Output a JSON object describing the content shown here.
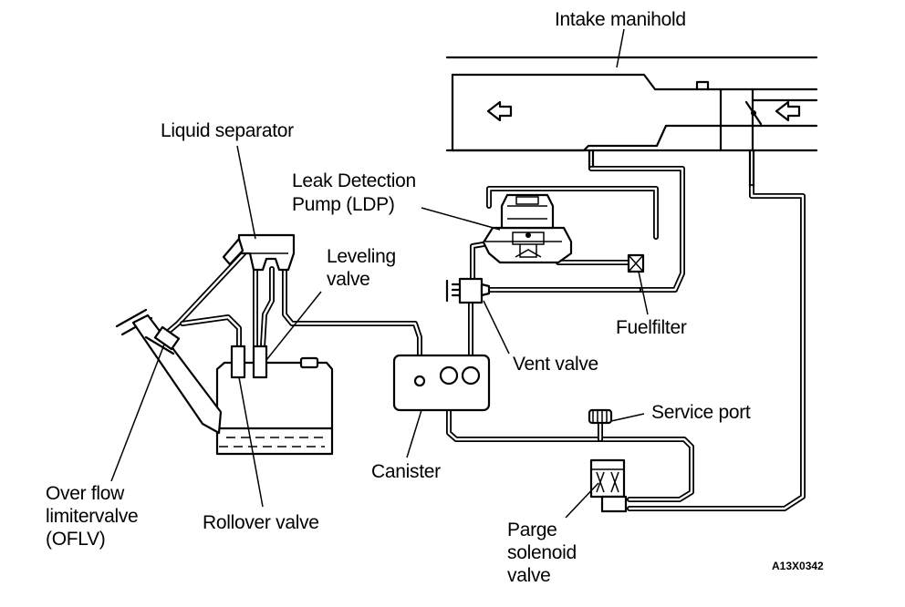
{
  "labels": {
    "intake_manifold": "Intake manihold",
    "liquid_separator": "Liquid separator",
    "ldp_line1": "Leak Detection",
    "ldp_line2": "Pump (LDP)",
    "leveling_line1": "Leveling",
    "leveling_line2": "valve",
    "fuel_filter": "Fuelfilter",
    "vent_valve": "Vent valve",
    "service_port": "Service port",
    "canister": "Canister",
    "oflv_line1": "Over flow",
    "oflv_line2": "limitervalve",
    "oflv_line3": "(OFLV)",
    "rollover_valve": "Rollover valve",
    "purge_line1": "Parge",
    "purge_line2": "solenoid",
    "purge_line3": "valve",
    "figure_code": "A13X0342"
  }
}
